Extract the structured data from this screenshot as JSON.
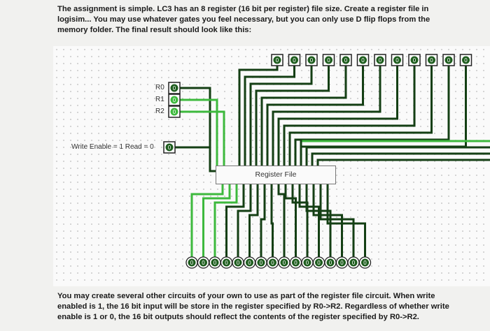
{
  "text": {
    "intro": "The assignment is simple. LC3 has an 8 register (16 bit per register) file size. Create a register file in logisim... You may use whatever gates you feel necessary, but you can only use D flip flops from the memory folder. The final result should look like this:",
    "outro": "You may create several other circuits of your own to use as part of the register file circuit. When write enabled is 1, the 16 bit input will be store in the register specified by R0->R2. Regardless of whether write enable is 1 or 0, the 16 bit outputs should reflect the contents of the register specified by R0->R2."
  },
  "circuit": {
    "r0_label": "R0",
    "r1_label": "R1",
    "r2_label": "R2",
    "write_enable_label": "Write Enable = 1 Read = 0",
    "register_file_label": "Register File",
    "pin_value": "0",
    "top_pin_count": 12,
    "bottom_pin_count": 16,
    "colors": {
      "wire_high": "#3db93d",
      "wire_low": "#1e5d1e",
      "wire_dark": "#143f14",
      "pin_border": "#222222"
    }
  }
}
